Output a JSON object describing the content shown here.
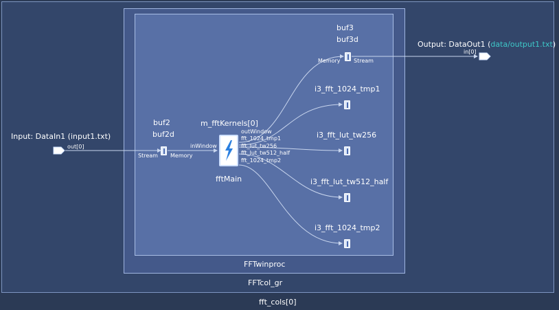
{
  "frames": {
    "outer_label": "fft_cols[0]",
    "graph_label": "FFTcol_gr",
    "subgraph_label": "FFTwinproc"
  },
  "input": {
    "label": "Input: DataIn1 (input1.txt)",
    "port": "out[0]"
  },
  "output": {
    "label_prefix": "Output: DataOut1 (",
    "label_file": "data/output1.txt",
    "label_suffix": ")",
    "port": "in[0]"
  },
  "buf2": {
    "name1": "buf2",
    "name2": "buf2d",
    "left_port": "Stream",
    "right_port": "Memory"
  },
  "buf3": {
    "name1": "buf3",
    "name2": "buf3d",
    "left_port": "Memory",
    "right_port": "Stream"
  },
  "kernel": {
    "title": "m_fftKernels[0]",
    "function": "fftMain",
    "input_port": "inWindow",
    "output_ports": [
      "outWindow",
      "fft_1024_tmp1",
      "fft_lut_tw256",
      "fft_lut_tw512_half",
      "fft_1024_tmp2"
    ]
  },
  "buffers": [
    "i3_fft_1024_tmp1",
    "i3_fft_lut_tw256",
    "i3_fft_lut_tw512_half",
    "i3_fft_1024_tmp2"
  ],
  "colors": {
    "background": "#2b3a55",
    "outer_fill": "#33466a",
    "mid_fill": "#44598a",
    "inner_fill": "#5870a6",
    "wire": "#c9d6ee",
    "file_link": "#3ec8c8",
    "kernel_icon": "#2a7fe0"
  },
  "icons": {
    "kernel": "lightning-bolt-icon",
    "buffer": "buffer-icon",
    "io_port": "arrow-port-icon"
  }
}
